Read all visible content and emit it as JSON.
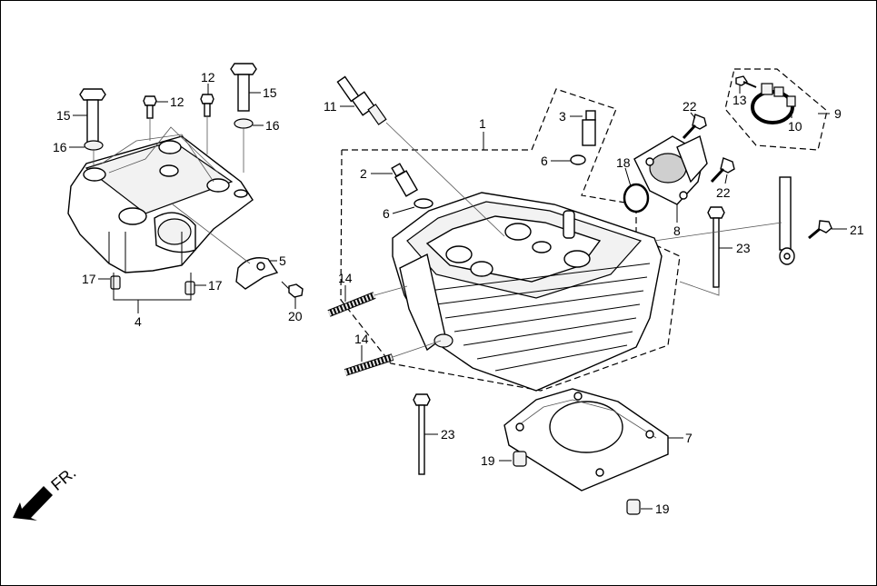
{
  "diagram": {
    "direction_label": "FR.",
    "callouts": {
      "c1": "1",
      "c2": "2",
      "c3": "3",
      "c4": "4",
      "c5": "5",
      "c6a": "6",
      "c6b": "6",
      "c7": "7",
      "c8": "8",
      "c9": "9",
      "c10": "10",
      "c11": "11",
      "c12a": "12",
      "c12b": "12",
      "c13": "13",
      "c14a": "14",
      "c14b": "14",
      "c15a": "15",
      "c15b": "15",
      "c16a": "16",
      "c16b": "16",
      "c17a": "17",
      "c17b": "17",
      "c18": "18",
      "c19a": "19",
      "c19b": "19",
      "c20": "20",
      "c21": "21",
      "c22a": "22",
      "c22b": "22",
      "c23a": "23",
      "c23b": "23"
    }
  }
}
